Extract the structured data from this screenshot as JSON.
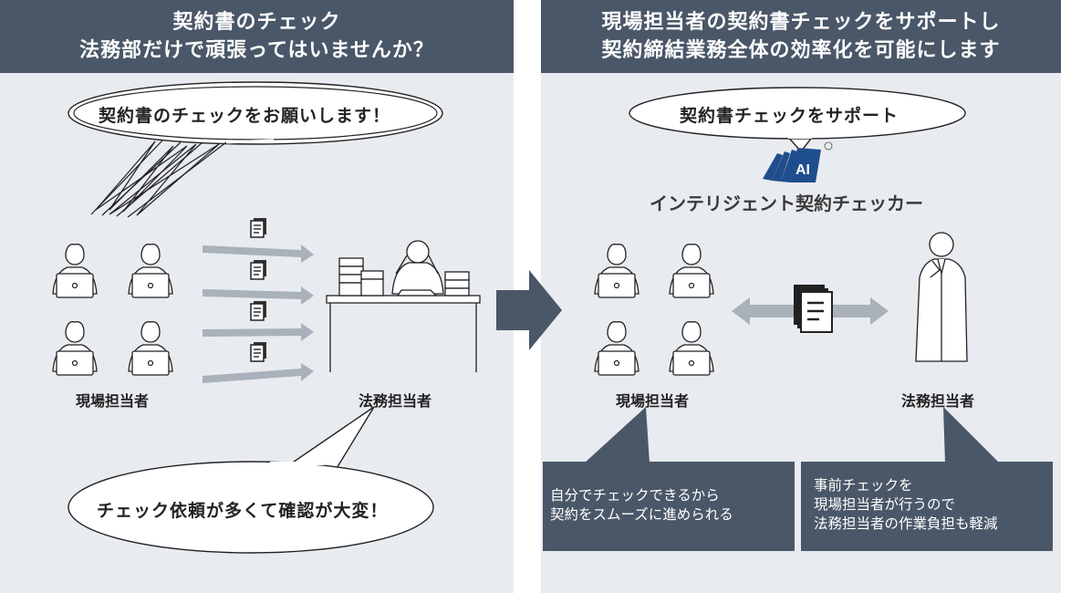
{
  "left": {
    "header": [
      "契約書のチェック",
      "法務部だけで頑張ってはいませんか？"
    ],
    "request_bubble": "契約書のチェックをお願いします！",
    "staff_label": "現場担当者",
    "legal_label": "法務担当者",
    "complaint_bubble": "チェック依頼が多くて確認が大変！"
  },
  "right": {
    "header": [
      "現場担当者の契約書チェックをサポートし",
      "契約締結業務全体の効率化を可能にします"
    ],
    "support_bubble": "契約書チェックをサポート",
    "product_name": "インテリジェント契約チェッカー",
    "logo_text": "AI",
    "staff_label": "現場担当者",
    "legal_label": "法務担当者",
    "note_staff": [
      "自分でチェックできるから",
      "契約をスムーズに進められる"
    ],
    "note_legal": [
      "事前チェックを",
      "現場担当者が行うので",
      "法務担当者の作業負担も軽減"
    ]
  },
  "colors": {
    "header": "#4a5768",
    "panel": "#e8ebef",
    "arrow_grey": "#a9b1bb",
    "arrow_dark": "#4a5768"
  },
  "icons": [
    "person-with-laptop-icon",
    "document-icon",
    "desk-icon",
    "businessman-icon",
    "ai-logo-icon",
    "registered-mark-icon"
  ]
}
